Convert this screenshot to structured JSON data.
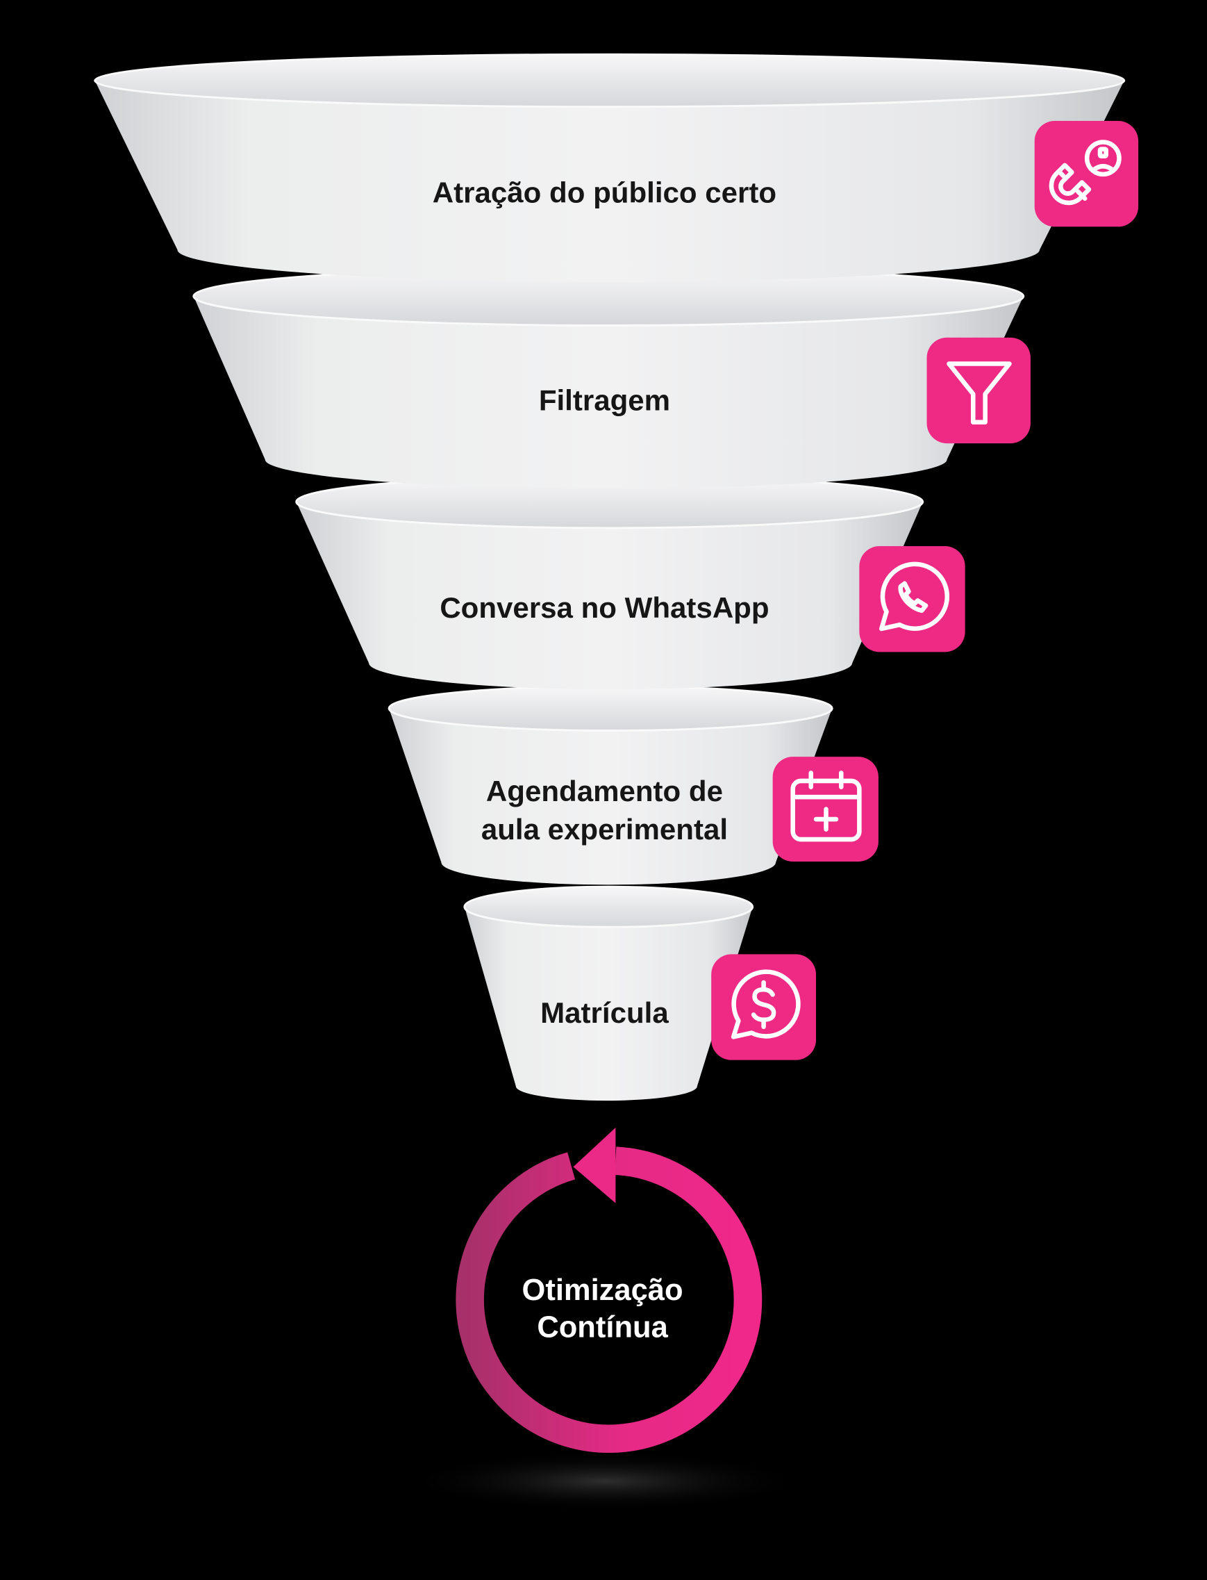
{
  "colors": {
    "accent": "#ee2a85",
    "funnel": "#e8e9eb",
    "background": "#000000",
    "cycle_start": "#8a3d6e",
    "cycle_end": "#f0288a"
  },
  "funnel": {
    "stages": [
      {
        "label": "Atração do público certo",
        "icon": "magnet-user-icon"
      },
      {
        "label": "Filtragem",
        "icon": "funnel-icon"
      },
      {
        "label": "Conversa no WhatsApp",
        "icon": "whatsapp-icon"
      },
      {
        "label_line1": "Agendamento de",
        "label_line2": "aula experimental",
        "icon": "calendar-plus-icon"
      },
      {
        "label": "Matrícula",
        "icon": "dollar-chat-icon"
      }
    ]
  },
  "cycle": {
    "line1": "Otimização",
    "line2": "Contínua",
    "icon": "cycle-arrow-icon"
  }
}
